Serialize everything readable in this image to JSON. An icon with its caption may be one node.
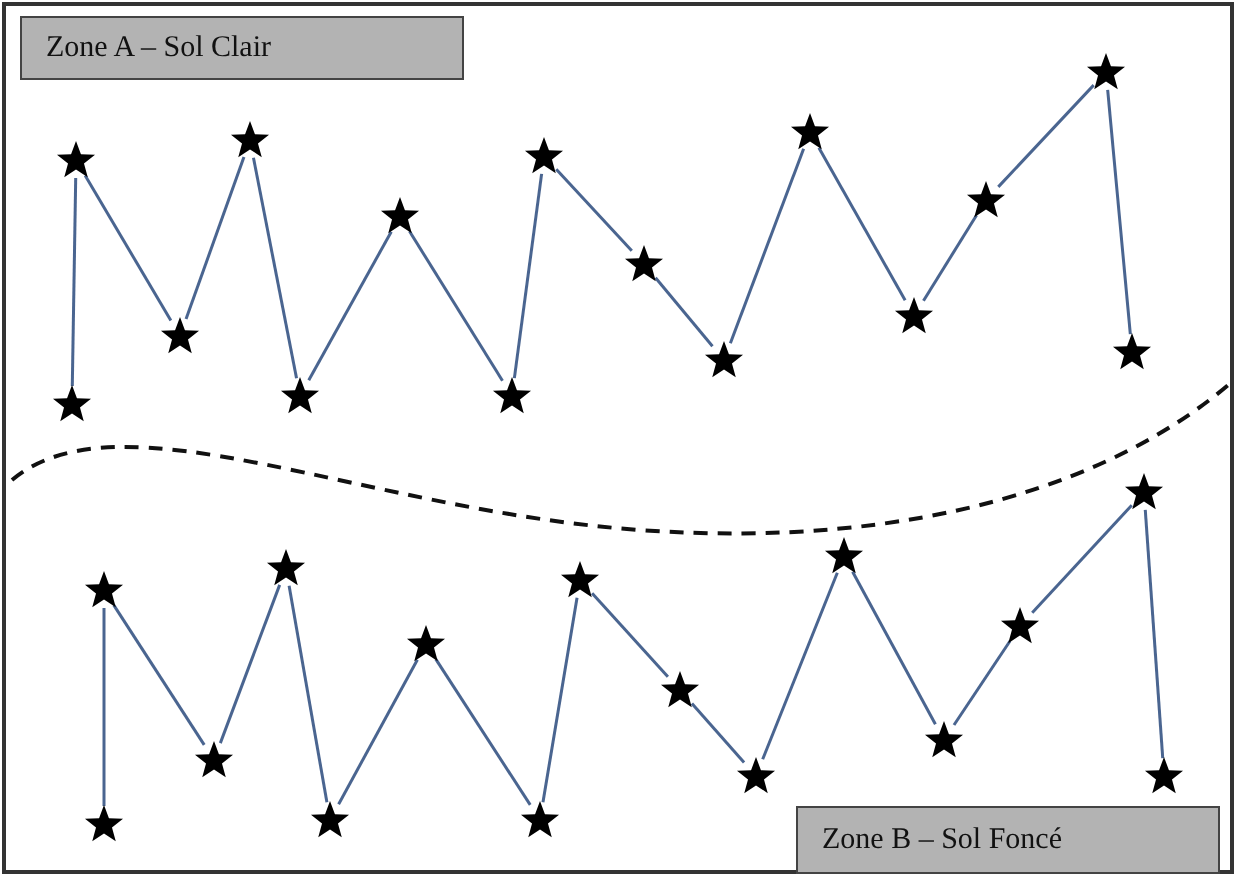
{
  "diagram": {
    "nodes": [
      {
        "text": [
          "Zone A – Sol Clair"
        ]
      },
      {
        "text": [],
        "shape": "star"
      },
      {
        "text": [],
        "shape": "star"
      },
      {
        "text": [],
        "shape": "star"
      },
      {
        "text": [],
        "shape": "star"
      },
      {
        "text": [],
        "shape": "star"
      },
      {
        "text": [],
        "shape": "star"
      },
      {
        "text": [],
        "shape": "star"
      },
      {
        "text": [],
        "shape": "star"
      },
      {
        "text": [],
        "shape": "star"
      },
      {
        "text": [],
        "shape": "star"
      },
      {
        "text": [],
        "shape": "star"
      },
      {
        "text": [],
        "shape": "star"
      },
      {
        "text": [],
        "shape": "star"
      },
      {
        "text": [],
        "shape": "star"
      },
      {
        "text": [],
        "shape": "star"
      },
      {
        "text": [],
        "shape": "star"
      },
      {
        "text": [],
        "shape": "star"
      },
      {
        "text": [],
        "shape": "star"
      },
      {
        "text": [],
        "shape": "star"
      },
      {
        "text": [],
        "shape": "star"
      },
      {
        "text": [],
        "shape": "star"
      },
      {
        "text": [],
        "shape": "star"
      },
      {
        "text": [],
        "shape": "star"
      },
      {
        "text": [],
        "shape": "star"
      },
      {
        "text": [],
        "shape": "star"
      },
      {
        "text": [],
        "shape": "star"
      },
      {
        "text": [],
        "shape": "star"
      },
      {
        "text": [],
        "shape": "star"
      },
      {
        "text": [],
        "shape": "star"
      },
      {
        "text": [],
        "shape": "star"
      },
      {
        "text": [
          "Zone B – Sol Foncé"
        ]
      }
    ],
    "edges": [
      {
        "from": 1,
        "to": 2,
        "arrow": "none"
      },
      {
        "from": 2,
        "to": 3,
        "arrow": "none"
      },
      {
        "from": 3,
        "to": 4,
        "arrow": "none"
      },
      {
        "from": 4,
        "to": 5,
        "arrow": "none"
      },
      {
        "from": 5,
        "to": 6,
        "arrow": "none"
      },
      {
        "from": 6,
        "to": 7,
        "arrow": "none"
      },
      {
        "from": 7,
        "to": 8,
        "arrow": "none"
      },
      {
        "from": 8,
        "to": 9,
        "arrow": "none"
      },
      {
        "from": 9,
        "to": 10,
        "arrow": "none"
      },
      {
        "from": 10,
        "to": 11,
        "arrow": "none"
      },
      {
        "from": 11,
        "to": 12,
        "arrow": "none"
      },
      {
        "from": 12,
        "to": 13,
        "arrow": "none"
      },
      {
        "from": 13,
        "to": 14,
        "arrow": "none"
      },
      {
        "from": 14,
        "to": 15,
        "arrow": "none"
      },
      {
        "from": 16,
        "to": 17,
        "arrow": "none"
      },
      {
        "from": 17,
        "to": 18,
        "arrow": "none"
      },
      {
        "from": 18,
        "to": 19,
        "arrow": "none"
      },
      {
        "from": 19,
        "to": 20,
        "arrow": "none"
      },
      {
        "from": 20,
        "to": 21,
        "arrow": "none"
      },
      {
        "from": 21,
        "to": 22,
        "arrow": "none"
      },
      {
        "from": 22,
        "to": 23,
        "arrow": "none"
      },
      {
        "from": 23,
        "to": 24,
        "arrow": "none"
      },
      {
        "from": 24,
        "to": 25,
        "arrow": "none"
      },
      {
        "from": 25,
        "to": 26,
        "arrow": "none"
      },
      {
        "from": 26,
        "to": 27,
        "arrow": "none"
      },
      {
        "from": 27,
        "to": 28,
        "arrow": "none"
      },
      {
        "from": 28,
        "to": 29,
        "arrow": "none"
      },
      {
        "from": 29,
        "to": 30,
        "arrow": "none"
      }
    ]
  }
}
